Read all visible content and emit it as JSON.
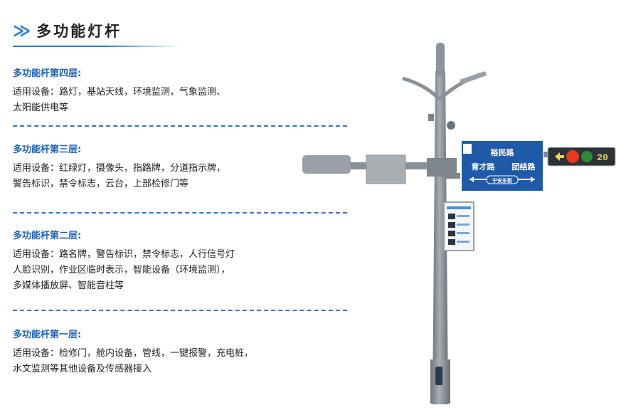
{
  "header": {
    "chevron": "≫",
    "title": "多功能灯杆"
  },
  "sections": [
    {
      "title": "多功能杆第四层:",
      "lines": [
        "适用设备：路灯，基站天线，环境监测，气象监测、",
        "太阳能供电等"
      ]
    },
    {
      "title": "多功能杆第三层:",
      "lines": [
        "适用设备：红绿灯，摄像头，指路牌，分道指示牌，",
        "警告标识，禁令标志，云台，上部检修门等"
      ]
    },
    {
      "title": "多功能杆第二层:",
      "lines": [
        "适用设备：路名牌，警告标识，禁令标志，人行信号灯",
        "人脸识别，作业区临时表示，智能设备（环境监测），",
        "多媒体播放屏、智能音柱等"
      ]
    },
    {
      "title": "多功能杆第一层:",
      "lines": [
        "适用设备：检修门，舱内设备，管线，一键报警，充电桩，",
        "水文监测等其他设备及传感器接入"
      ]
    }
  ],
  "road_sign": {
    "top": "裕民路",
    "left": "育才路",
    "right": "团结路",
    "bottom": "宁安东街"
  },
  "traffic_light": {
    "countdown": "20"
  },
  "colors": {
    "accent": "#2a7fd0",
    "section_title": "#1f63b5",
    "sign_blue": "#1f5aa8",
    "pole": "#8e949b"
  }
}
